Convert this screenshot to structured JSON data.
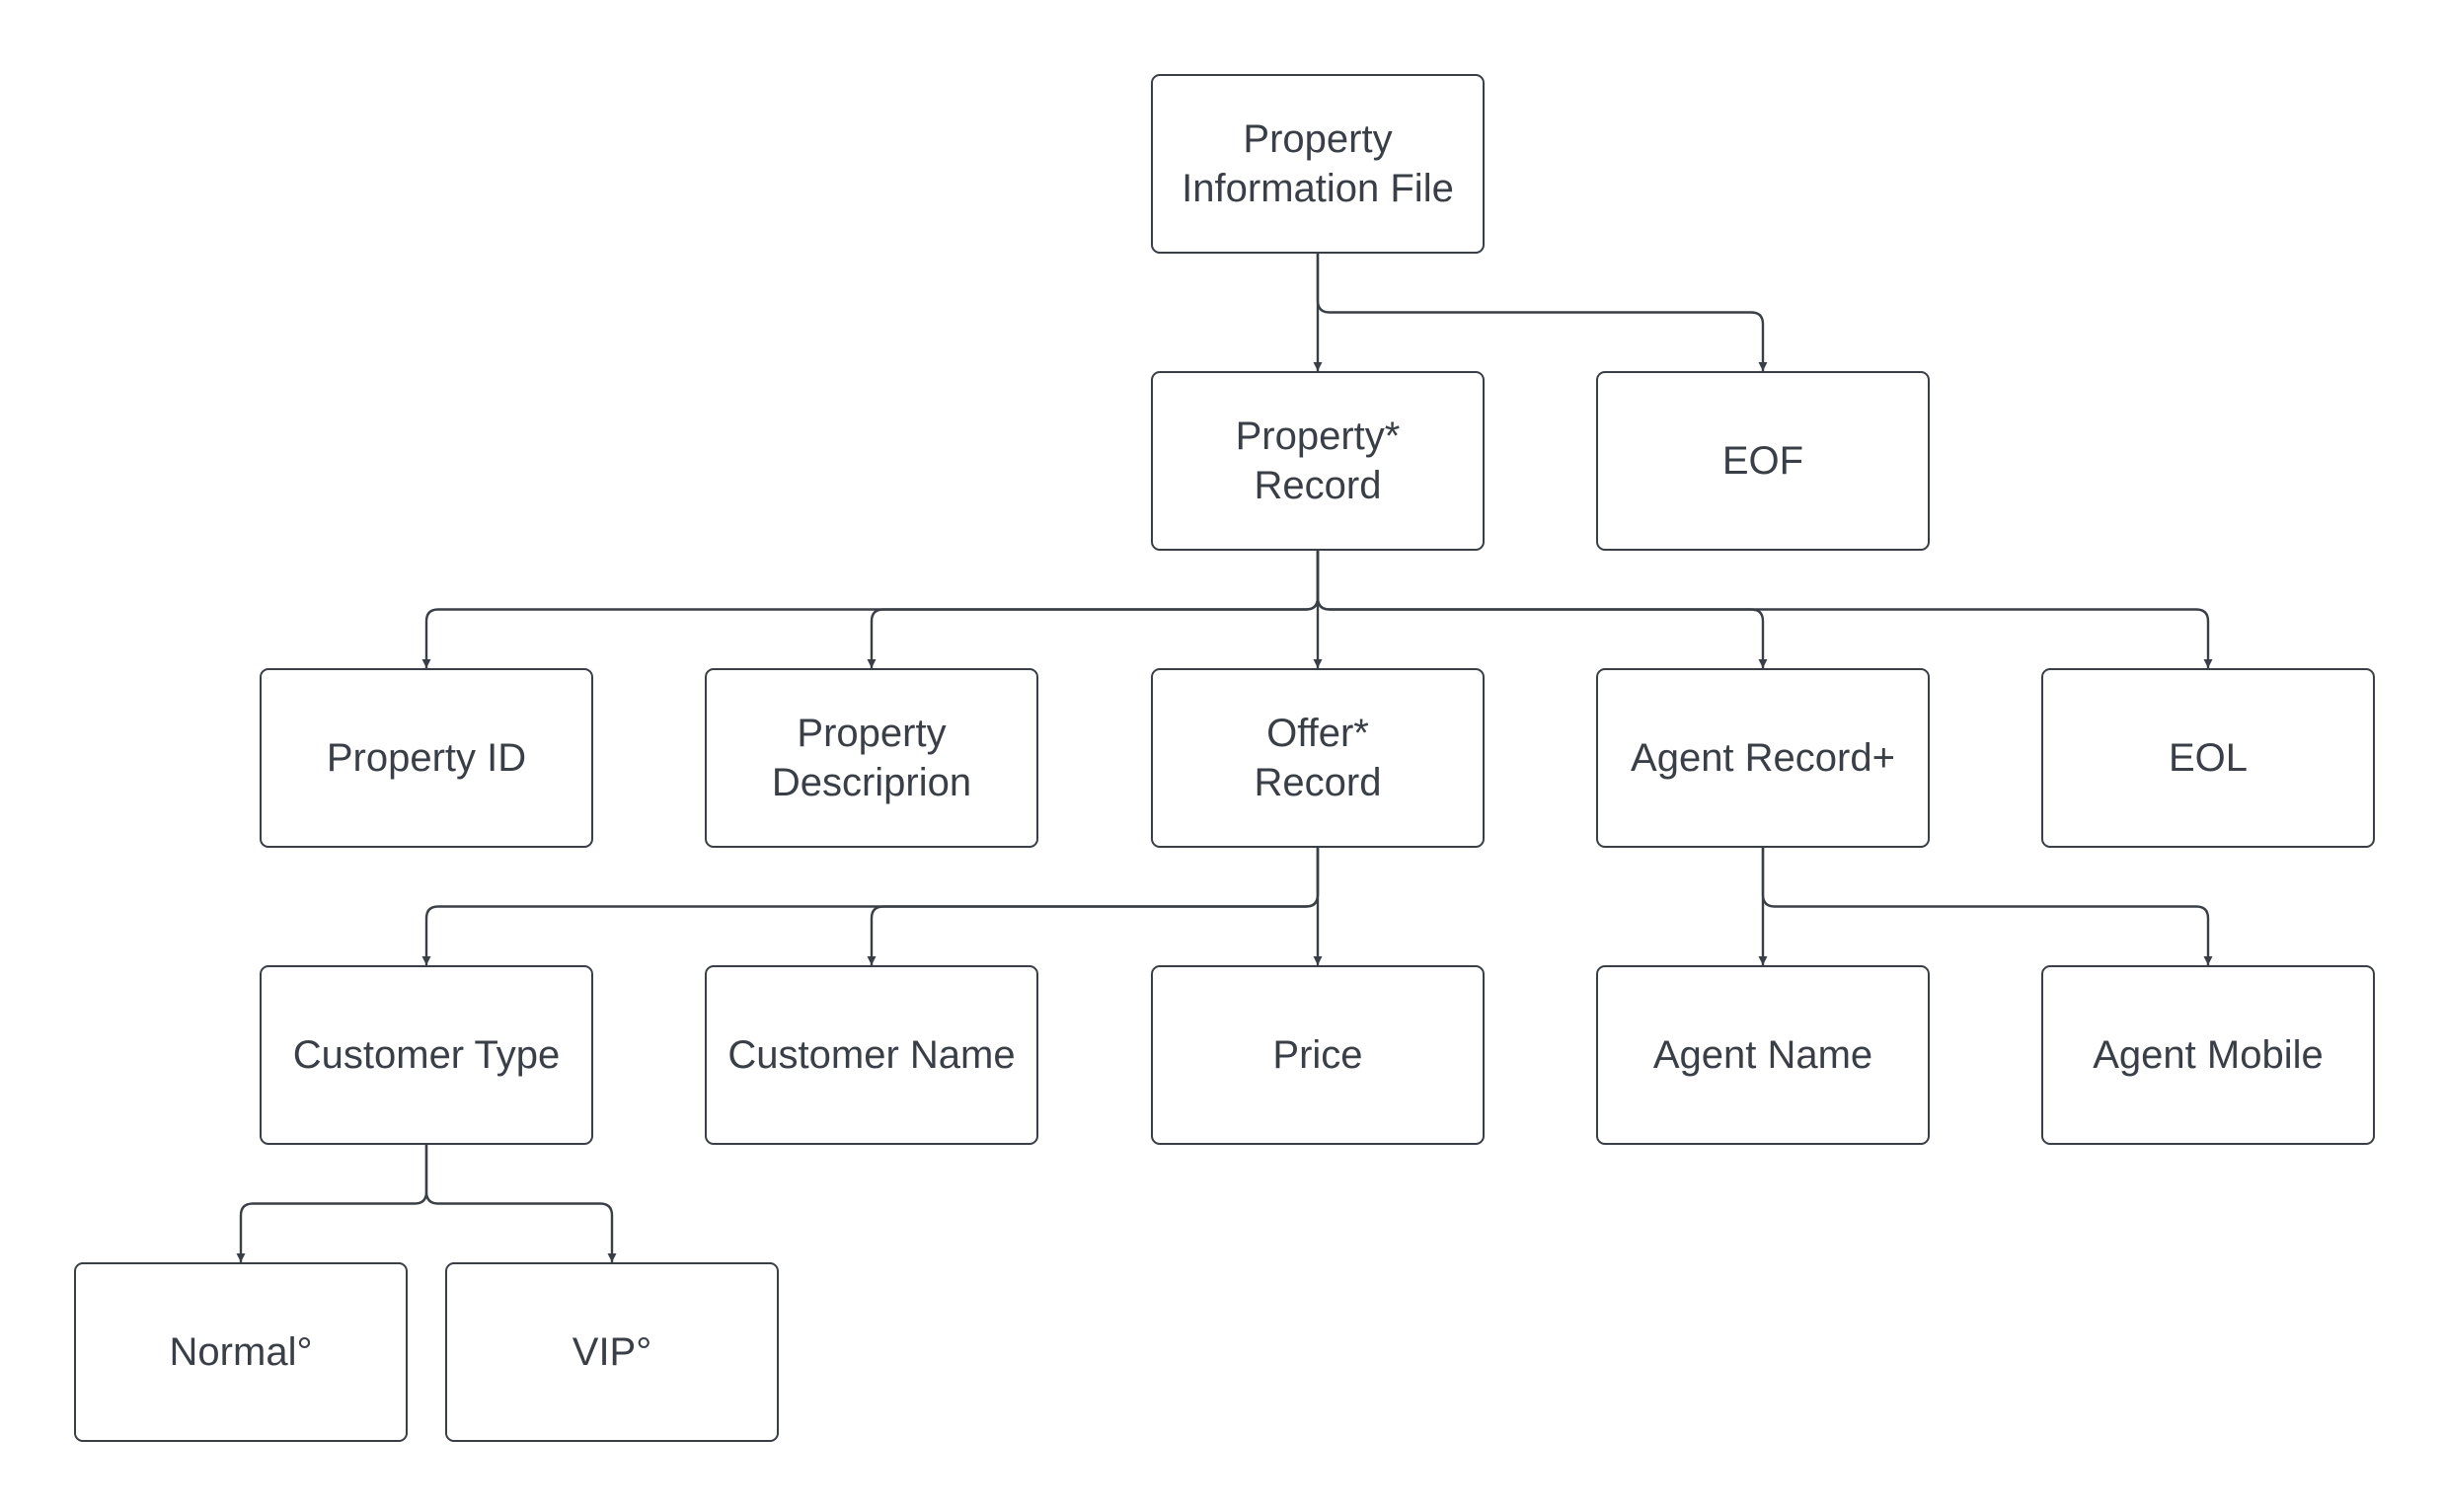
{
  "diagram": {
    "colors": {
      "stroke": "#3a3f47",
      "text": "#3a3f47",
      "background": "#ffffff"
    },
    "nodes": {
      "property_information_file": "Property\nInformation File",
      "property_record": "Property*\nRecord",
      "eof": "EOF",
      "property_id": "Property ID",
      "property_description": "Property\nDescriprion",
      "offer_record": "Offer*\nRecord",
      "agent_record": "Agent Record+",
      "eol": "EOL",
      "customer_type": "Customer Type",
      "customer_name": "Customer Name",
      "price": "Price",
      "agent_name": "Agent Name",
      "agent_mobile": "Agent Mobile",
      "normal": "Normal°",
      "vip": "VIP°"
    },
    "edges": [
      [
        "property_information_file",
        "property_record"
      ],
      [
        "property_information_file",
        "eof"
      ],
      [
        "property_record",
        "property_id"
      ],
      [
        "property_record",
        "property_description"
      ],
      [
        "property_record",
        "offer_record"
      ],
      [
        "property_record",
        "agent_record"
      ],
      [
        "property_record",
        "eol"
      ],
      [
        "offer_record",
        "customer_type"
      ],
      [
        "offer_record",
        "customer_name"
      ],
      [
        "offer_record",
        "price"
      ],
      [
        "agent_record",
        "agent_name"
      ],
      [
        "agent_record",
        "agent_mobile"
      ],
      [
        "customer_type",
        "normal"
      ],
      [
        "customer_type",
        "vip"
      ]
    ]
  }
}
